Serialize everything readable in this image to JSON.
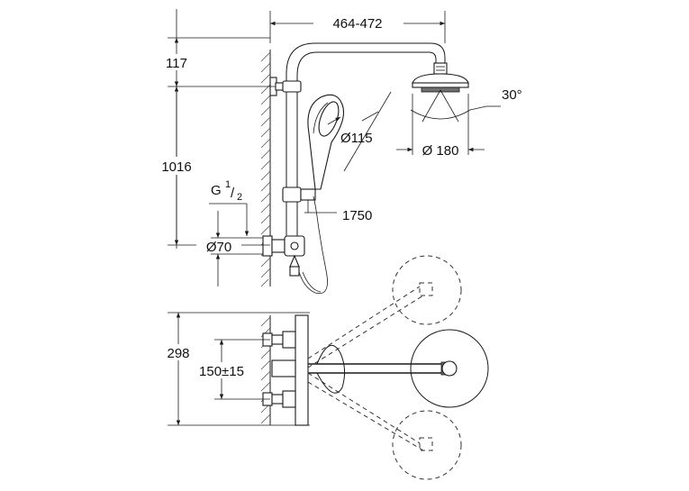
{
  "labels": {
    "width_range": "464-472",
    "top_offset": "117",
    "bar_height": "1016",
    "thread_g": "G",
    "thread_sup": "1",
    "thread_sub": "2",
    "diameter_70": "Ø70",
    "hand_shower": "Ø115",
    "total_height": "1750",
    "spray_angle": "30°",
    "head_diameter": "Ø 180",
    "mixer_height": "298",
    "spacing": "150±15"
  }
}
